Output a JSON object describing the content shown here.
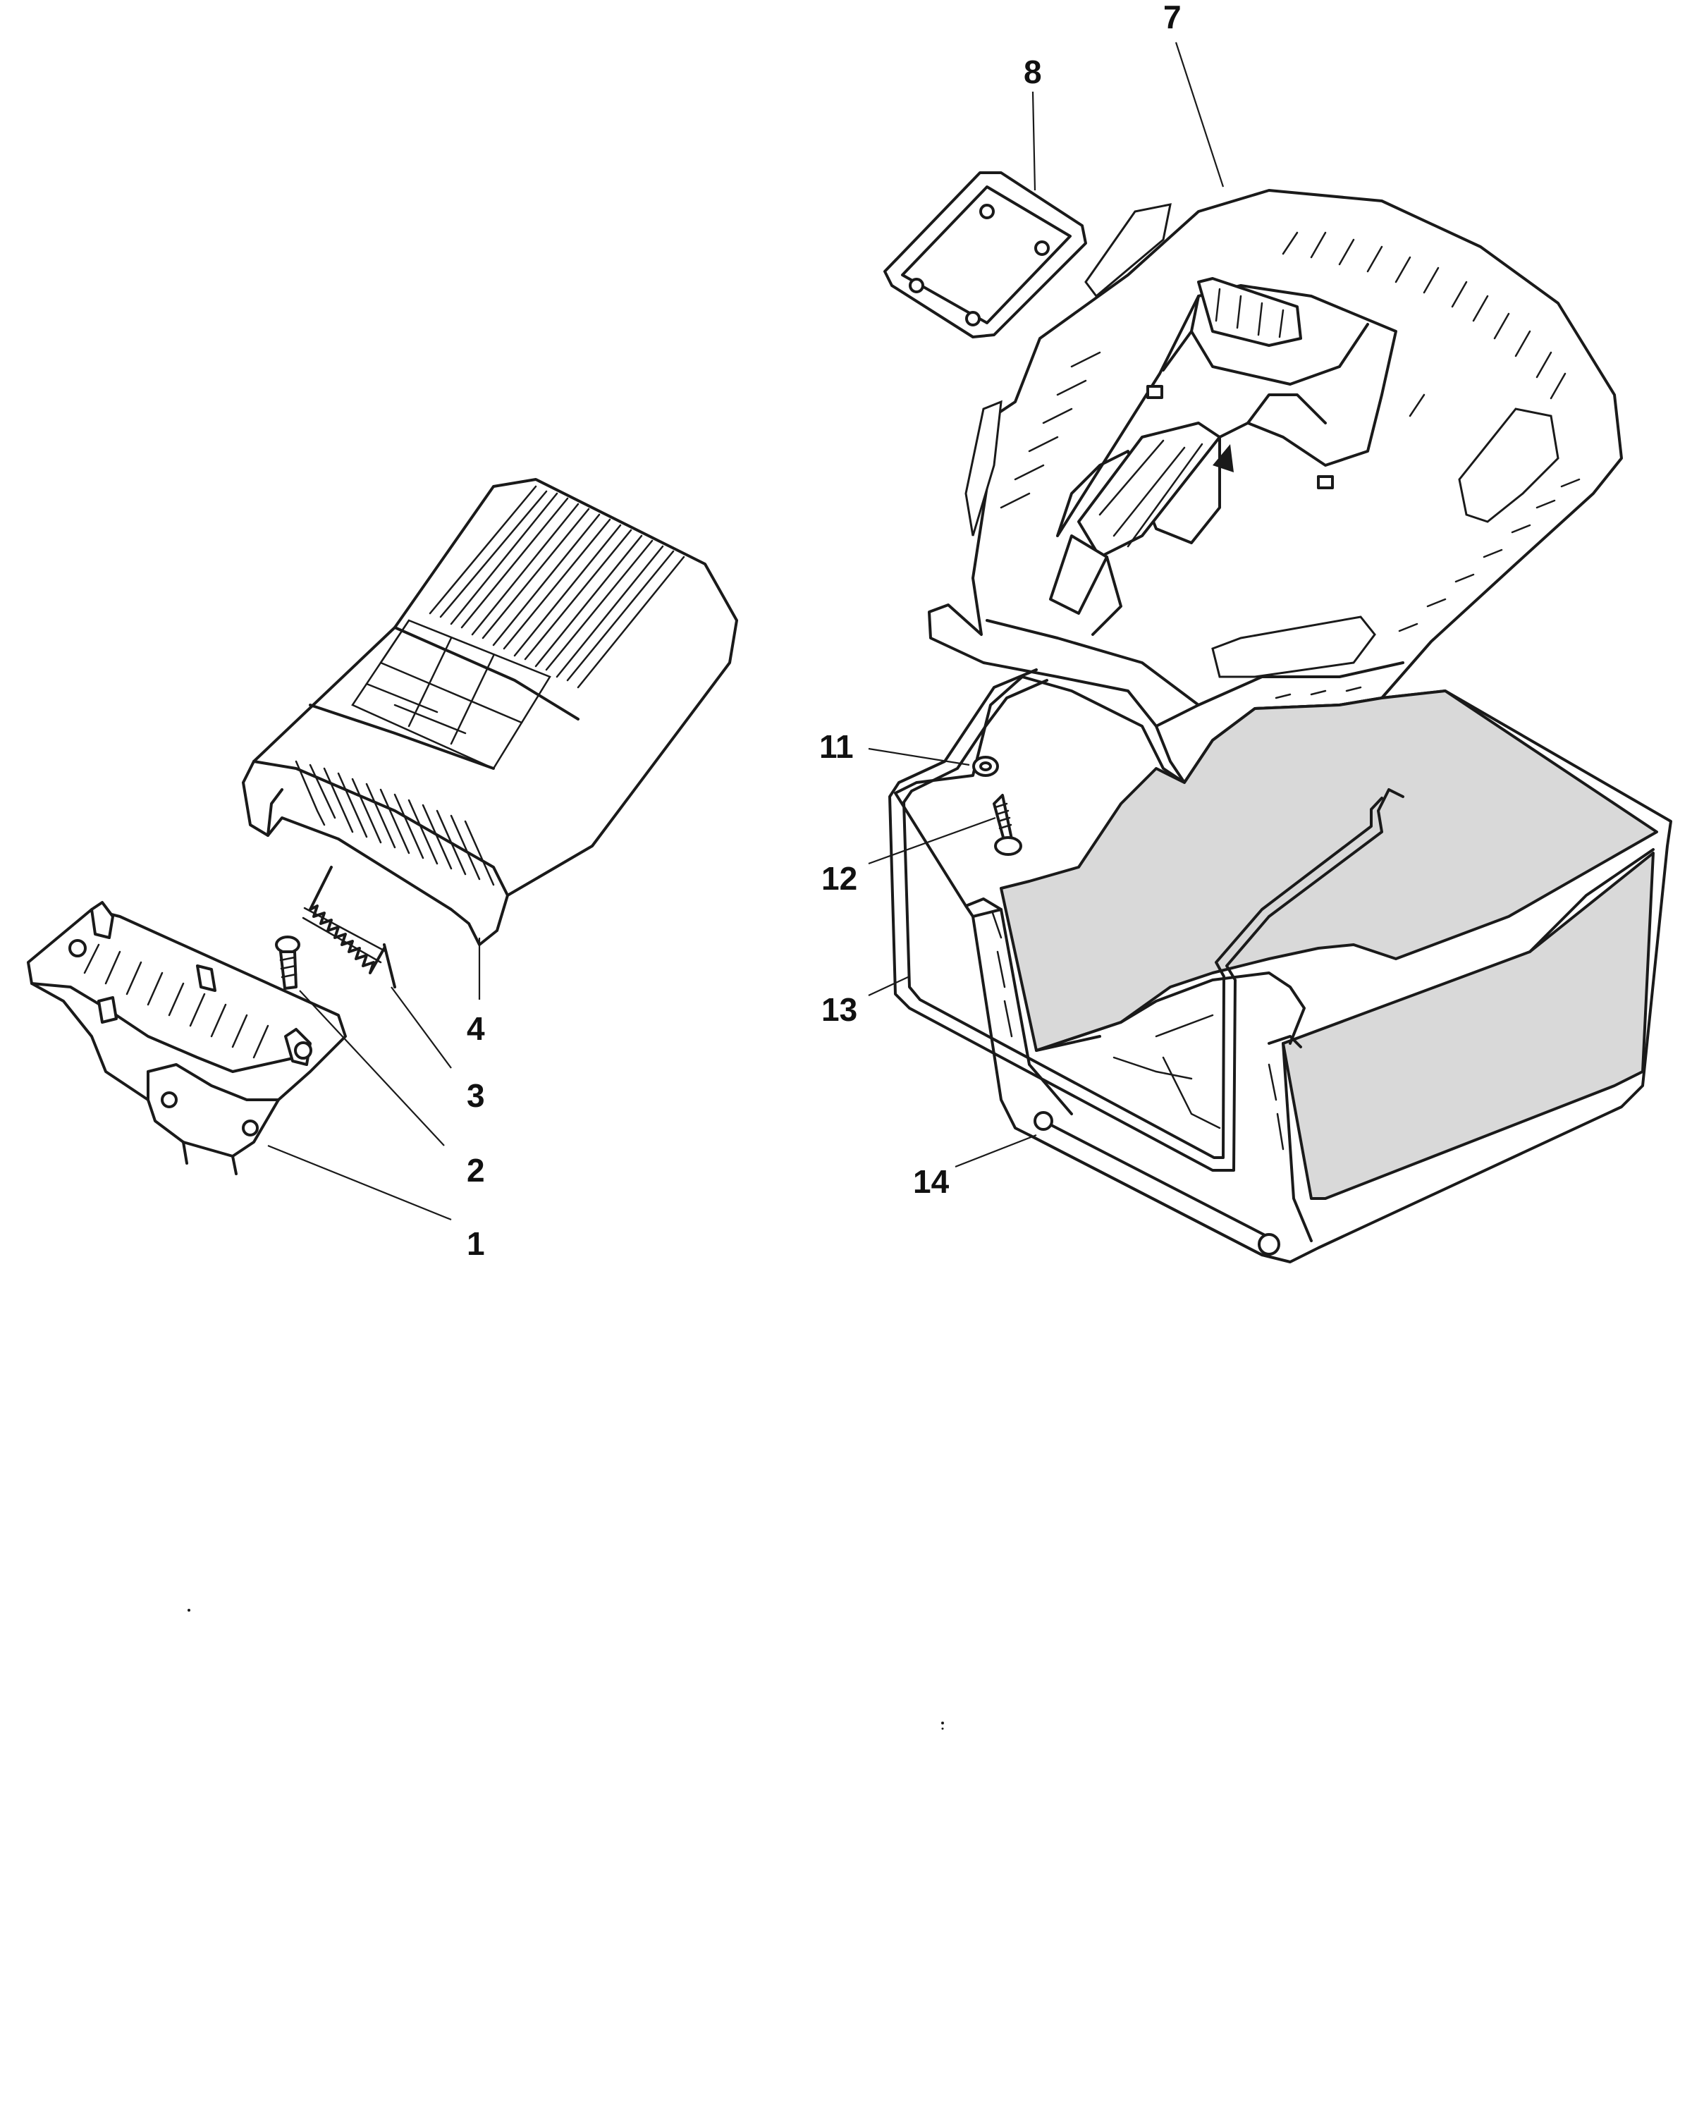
{
  "colors": {
    "ink": "#1a1a1a",
    "background": "#ffffff",
    "bag_interior": "#d9d9d9"
  },
  "callouts": {
    "c1": "1",
    "c2": "2",
    "c3": "3",
    "c4": "4",
    "c7": "7",
    "c8": "8",
    "c11": "11",
    "c12": "12",
    "c13": "13",
    "c14": "14"
  }
}
